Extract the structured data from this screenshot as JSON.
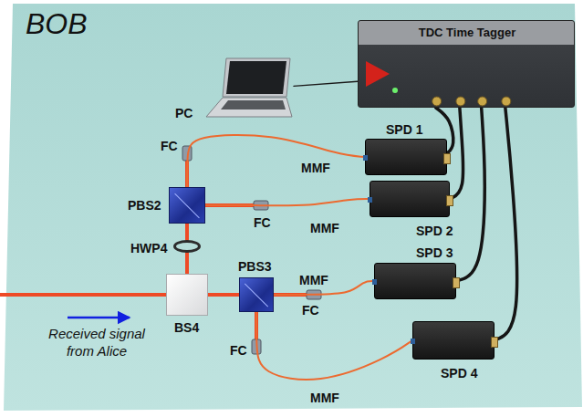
{
  "diagram": {
    "title": "BOB",
    "nodes": [
      {
        "text": [
          "TDC Time Tagger"
        ]
      },
      {
        "text": [
          "PC"
        ]
      },
      {
        "text": [
          "PBS2"
        ]
      },
      {
        "text": [
          "SPD 1"
        ]
      },
      {
        "text": [
          "SPD 2"
        ]
      },
      {
        "text": [
          "HWP4"
        ]
      },
      {
        "text": [
          "BS4"
        ]
      },
      {
        "text": [
          "PBS3"
        ]
      },
      {
        "text": [
          "SPD 3"
        ]
      },
      {
        "text": [
          "SPD 4"
        ]
      }
    ],
    "edges": [
      {
        "from": 1,
        "to": 0,
        "arrow": "none"
      },
      {
        "from": 6,
        "to": 7,
        "arrow": "none"
      },
      {
        "from": 6,
        "to": 5,
        "arrow": "none"
      },
      {
        "from": 5,
        "to": 2,
        "arrow": "none"
      },
      {
        "from": 2,
        "to": 3,
        "arrow": "none"
      },
      {
        "from": 2,
        "to": 4,
        "arrow": "none"
      },
      {
        "from": 7,
        "to": 8,
        "arrow": "none"
      },
      {
        "from": 7,
        "to": 9,
        "arrow": "none"
      },
      {
        "from": 3,
        "to": 0,
        "arrow": "none"
      },
      {
        "from": 4,
        "to": 0,
        "arrow": "none"
      },
      {
        "from": 8,
        "to": 0,
        "arrow": "none"
      },
      {
        "from": 9,
        "to": 0,
        "arrow": "none"
      }
    ],
    "labels": [
      "FC",
      "MMF",
      "FC",
      "MMF",
      "MMF",
      "FC",
      "FC",
      "MMF",
      "Received signal from Alice"
    ]
  }
}
